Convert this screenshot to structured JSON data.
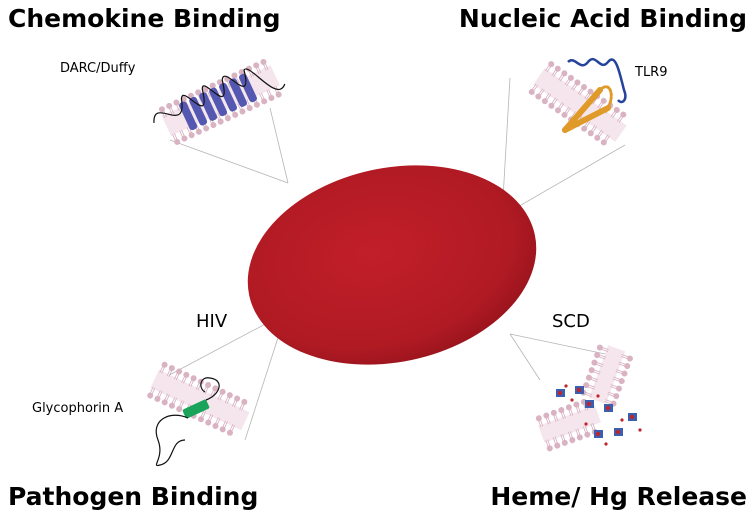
{
  "headings": {
    "top_left": "Chemokine Binding",
    "top_right": "Nucleic Acid Binding",
    "bottom_left": "Pathogen Binding",
    "bottom_right": "Heme/ Hg Release"
  },
  "labels": {
    "darc": "DARC/Duffy",
    "tlr9": "TLR9",
    "hiv": "HIV",
    "scd": "SCD",
    "glycophorin": "Glycophorin A"
  },
  "colors": {
    "rbc": "#b51a24",
    "membrane": "#d9b3c2",
    "darc": "#5558b0",
    "tlr9": "#e09a2a",
    "glycophorin": "#1aa35a",
    "nucleic_acid": "#25439a",
    "heme": "#3a5fb0",
    "iron": "#c0242c"
  }
}
